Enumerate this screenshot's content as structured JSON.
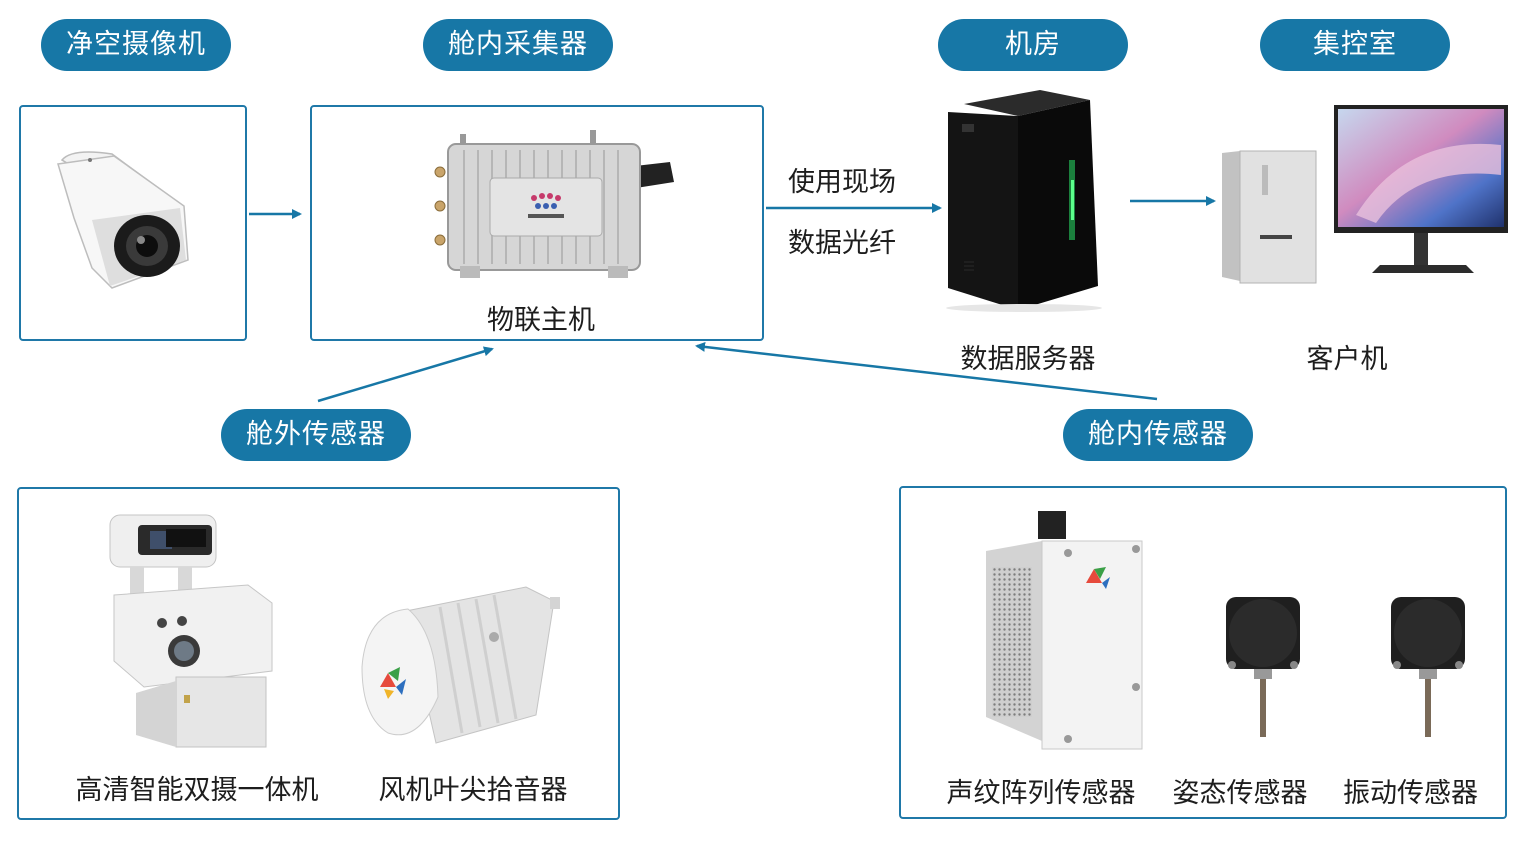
{
  "headers": {
    "camera": "净空摄像机",
    "collector": "舱内采集器",
    "machine_room": "机房",
    "control_room": "集控室",
    "outside_sensors": "舱外传感器",
    "inside_sensors": "舱内传感器"
  },
  "labels": {
    "iot_host": "物联主机",
    "data_server": "数据服务器",
    "client": "客户机",
    "dual_camera": "高清智能双摄一体机",
    "blade_pickup": "风机叶尖拾音器",
    "acoustic_array": "声纹阵列传感器",
    "attitude": "姿态传感器",
    "vibration": "振动传感器"
  },
  "link": {
    "line1": "使用现场",
    "line2": "数据光纤"
  },
  "colors": {
    "accent": "#1777a6",
    "border": "#1f78a8"
  },
  "icons": [
    "camera-icon",
    "iot-host-icon",
    "server-icon",
    "client-pc-icon",
    "dual-camera-icon",
    "pickup-icon",
    "acoustic-sensor-icon",
    "attitude-sensor-icon",
    "vibration-sensor-icon",
    "arrow-icon"
  ]
}
